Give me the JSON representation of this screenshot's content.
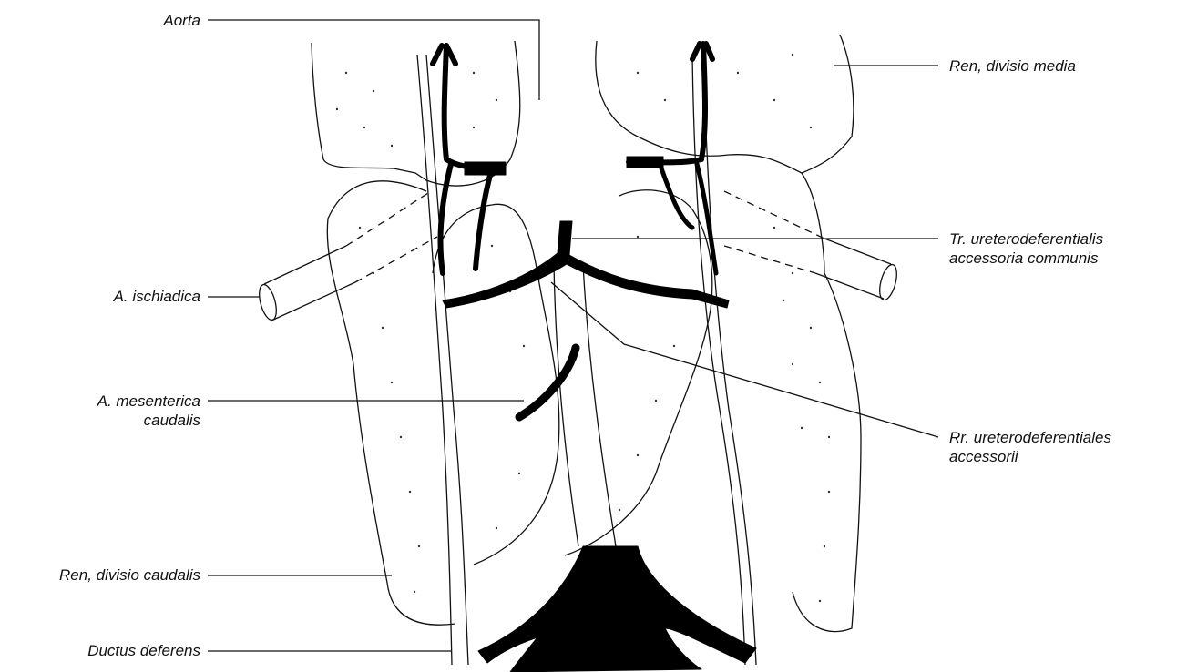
{
  "labels": {
    "aorta": "Aorta",
    "ren_divisio_media": "Ren, divisio media",
    "tr_ureterodeferentialis_1": "Tr. ureterodeferentialis",
    "tr_ureterodeferentialis_2": "accessoria communis",
    "a_ischiadica": "A. ischiadica",
    "a_mesenterica_1": "A. mesenterica",
    "a_mesenterica_2": "caudalis",
    "rr_ureterodeferentiales_1": "Rr. ureterodeferentiales",
    "rr_ureterodeferentiales_2": "accessorii",
    "ren_divisio_caudalis": "Ren, divisio caudalis",
    "ductus_deferens": "Ductus deferens"
  },
  "colors": {
    "ink": "#111111",
    "vessel": "#000000",
    "background": "#ffffff"
  }
}
